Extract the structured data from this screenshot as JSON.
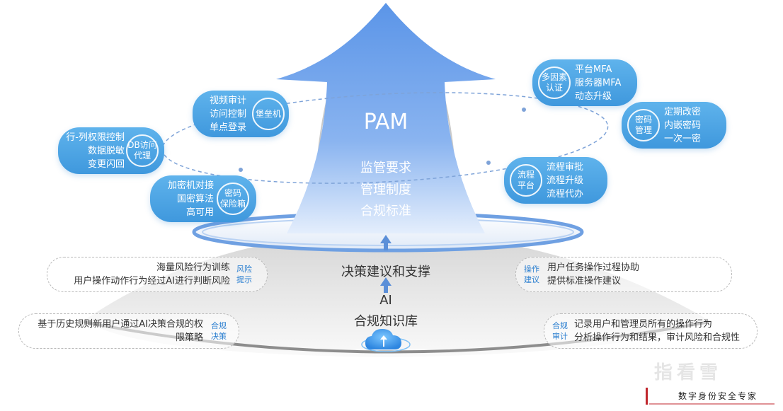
{
  "arrow": {
    "title": "PAM",
    "lines": [
      "监管要求",
      "管理制度",
      "合规标准"
    ]
  },
  "center": {
    "decision": "决策建议和支撑",
    "ai": "AI",
    "kb": "合规知识库"
  },
  "bubbles": {
    "db_access": {
      "circle": [
        "DB访问",
        "代理"
      ],
      "lines": [
        "行-列权限控制",
        "数据脱敏",
        "变更闪回"
      ]
    },
    "bastion": {
      "circle": [
        "堡垒机"
      ],
      "lines": [
        "视频审计",
        "访问控制",
        "单点登录"
      ]
    },
    "vault": {
      "circle": [
        "密码",
        "保险箱"
      ],
      "lines": [
        "加密机对接",
        "国密算法",
        "高可用"
      ]
    },
    "mfa": {
      "circle": [
        "多因素",
        "认证"
      ],
      "lines": [
        "平台MFA",
        "服务器MFA",
        "动态升级"
      ]
    },
    "password": {
      "circle": [
        "密码",
        "管理"
      ],
      "lines": [
        "定期改密",
        "内嵌密码",
        "一次一密"
      ]
    },
    "workflow": {
      "circle": [
        "流程",
        "平台"
      ],
      "lines": [
        "流程审批",
        "流程升级",
        "流程代办"
      ]
    }
  },
  "boxes": {
    "risk": {
      "tag": [
        "风险",
        "提示"
      ],
      "lines": [
        "海量风险行为训练",
        "用户操作动作行为经过AI进行判断风险"
      ]
    },
    "op_advice": {
      "tag": [
        "操作",
        "建议"
      ],
      "lines": [
        "用户任务操作过程协助",
        "提供标准操作建议"
      ]
    },
    "compliance_decision": {
      "tag": [
        "合规",
        "决策"
      ],
      "lines": [
        "基于历史规则新用户通过AI决策合规的权",
        "限策略"
      ]
    },
    "compliance_audit": {
      "tag": [
        "合规",
        "审计"
      ],
      "lines": [
        "记录用户和管理员所有的操作行为",
        "分析操作行为和结果，审计风险和合规性"
      ]
    }
  },
  "brand": {
    "name": "指看雪",
    "slogan": "数字身份安全专家"
  },
  "colors": {
    "bubble": "#4aa3e4",
    "arrow_top": "#4f8fe6",
    "tag": "#2b7fd0",
    "brand_bar": "#c0262d"
  }
}
